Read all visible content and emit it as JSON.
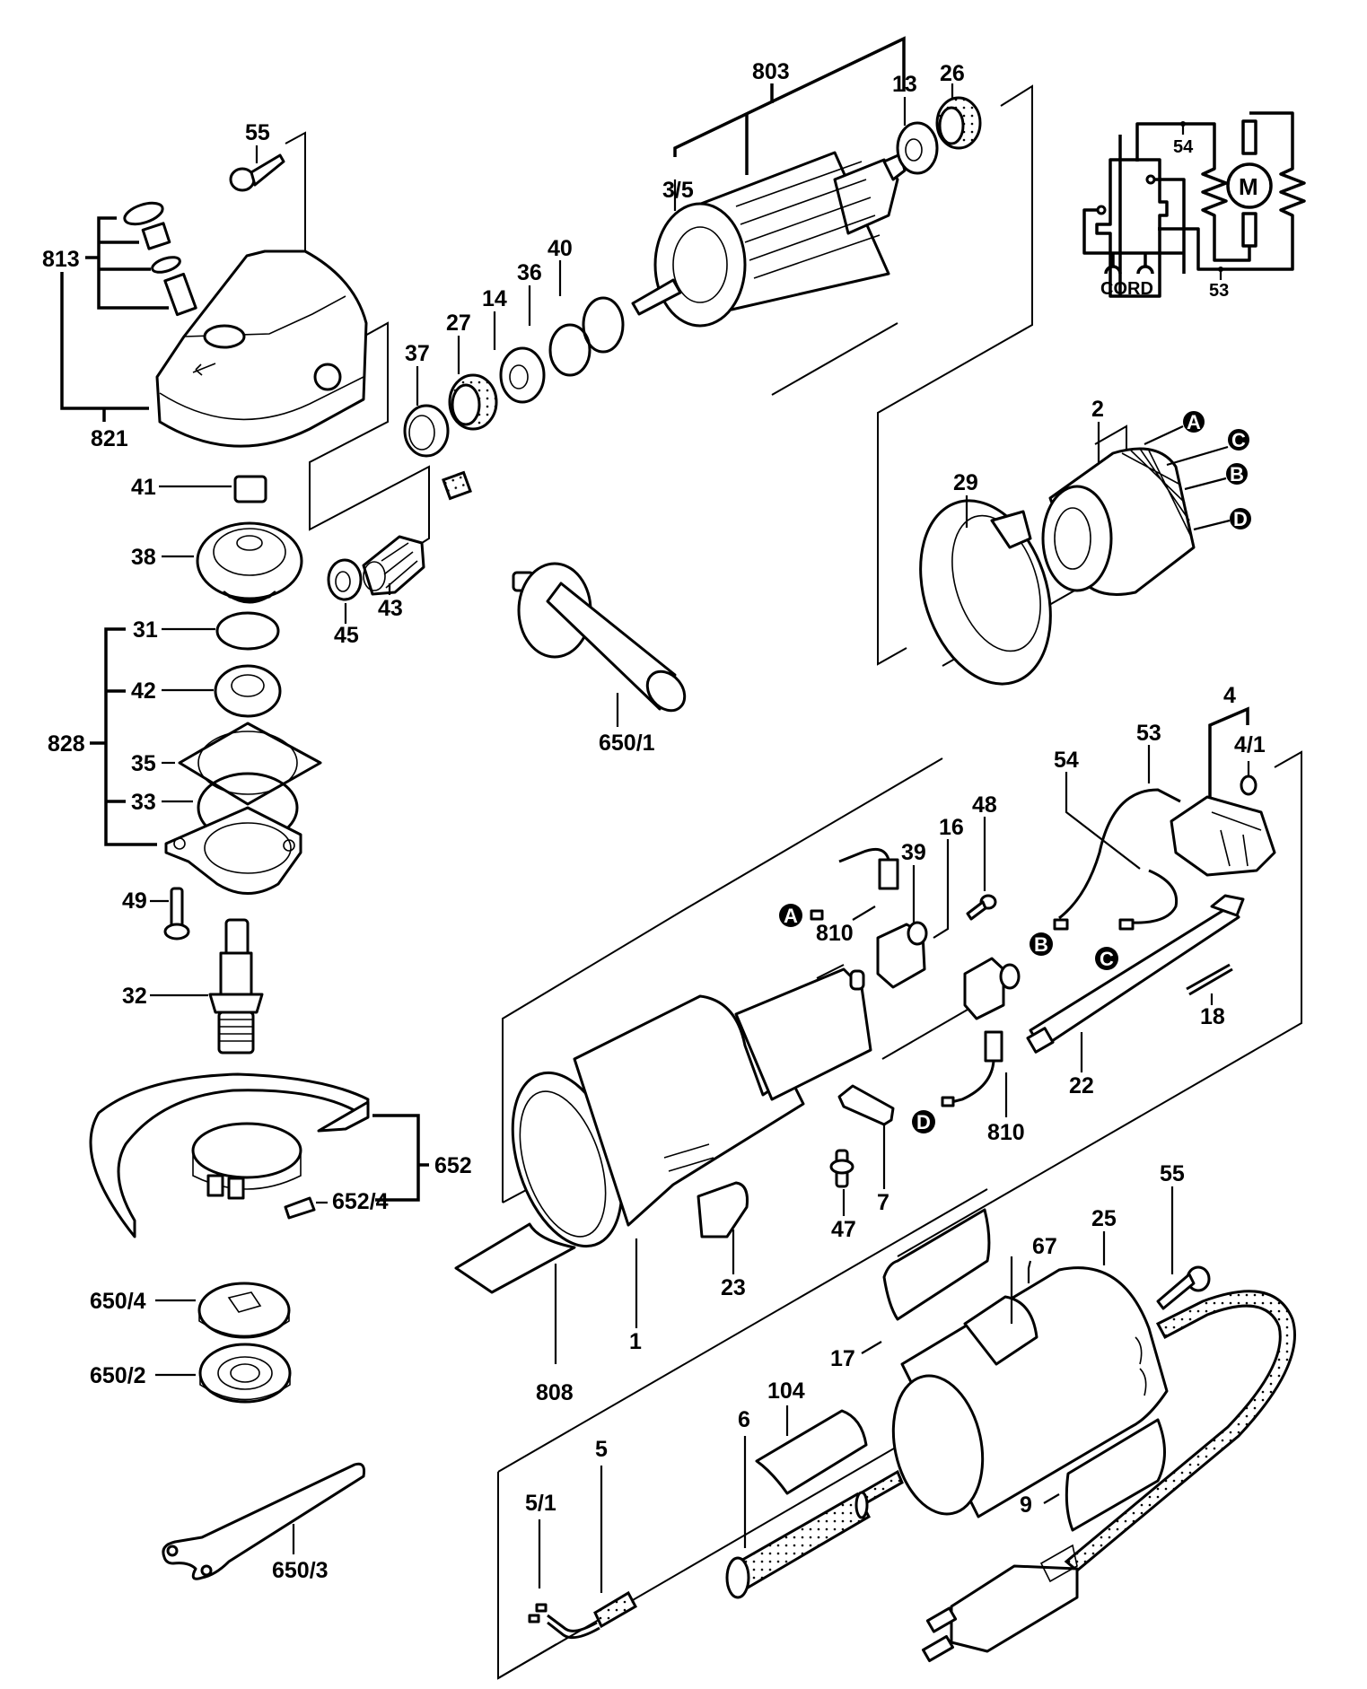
{
  "diagram": {
    "title": "Angle grinder exploded parts diagram",
    "labels": {
      "p55a": "55",
      "p813": "813",
      "p821": "821",
      "p803": "803",
      "p13": "13",
      "p26": "26",
      "p3_5": "3/5",
      "p40": "40",
      "p36": "36",
      "p14": "14",
      "p27": "27",
      "p37": "37",
      "p41": "41",
      "p38": "38",
      "p45": "45",
      "p43": "43",
      "p31": "31",
      "p42": "42",
      "p828": "828",
      "p35": "35",
      "p33": "33",
      "p49": "49",
      "p32": "32",
      "p652": "652",
      "p652_4": "652/4",
      "p650_4": "650/4",
      "p650_2": "650/2",
      "p650_3": "650/3",
      "p650_1": "650/1",
      "p2": "2",
      "p29": "29",
      "p4": "4",
      "p4_1": "4/1",
      "p53": "53",
      "p54": "54",
      "p48": "48",
      "p16": "16",
      "p39": "39",
      "p810a": "810",
      "p810b": "810",
      "p18": "18",
      "p22": "22",
      "p7": "7",
      "p47": "47",
      "p23": "23",
      "p1": "1",
      "p808": "808",
      "p55b": "55",
      "p25": "25",
      "p67": "67",
      "p17": "17",
      "p104": "104",
      "p6": "6",
      "p5": "5",
      "p5_1": "5/1",
      "p9": "9"
    },
    "connectors": {
      "stator": [
        "A",
        "C",
        "B",
        "D"
      ],
      "brush_a": "A",
      "wire_b": "B",
      "wire_c": "C",
      "brush_d": "D"
    },
    "schematic": {
      "motor_symbol": "M",
      "cord_label": "CORD",
      "wire_top": "54",
      "wire_bottom": "53"
    }
  }
}
